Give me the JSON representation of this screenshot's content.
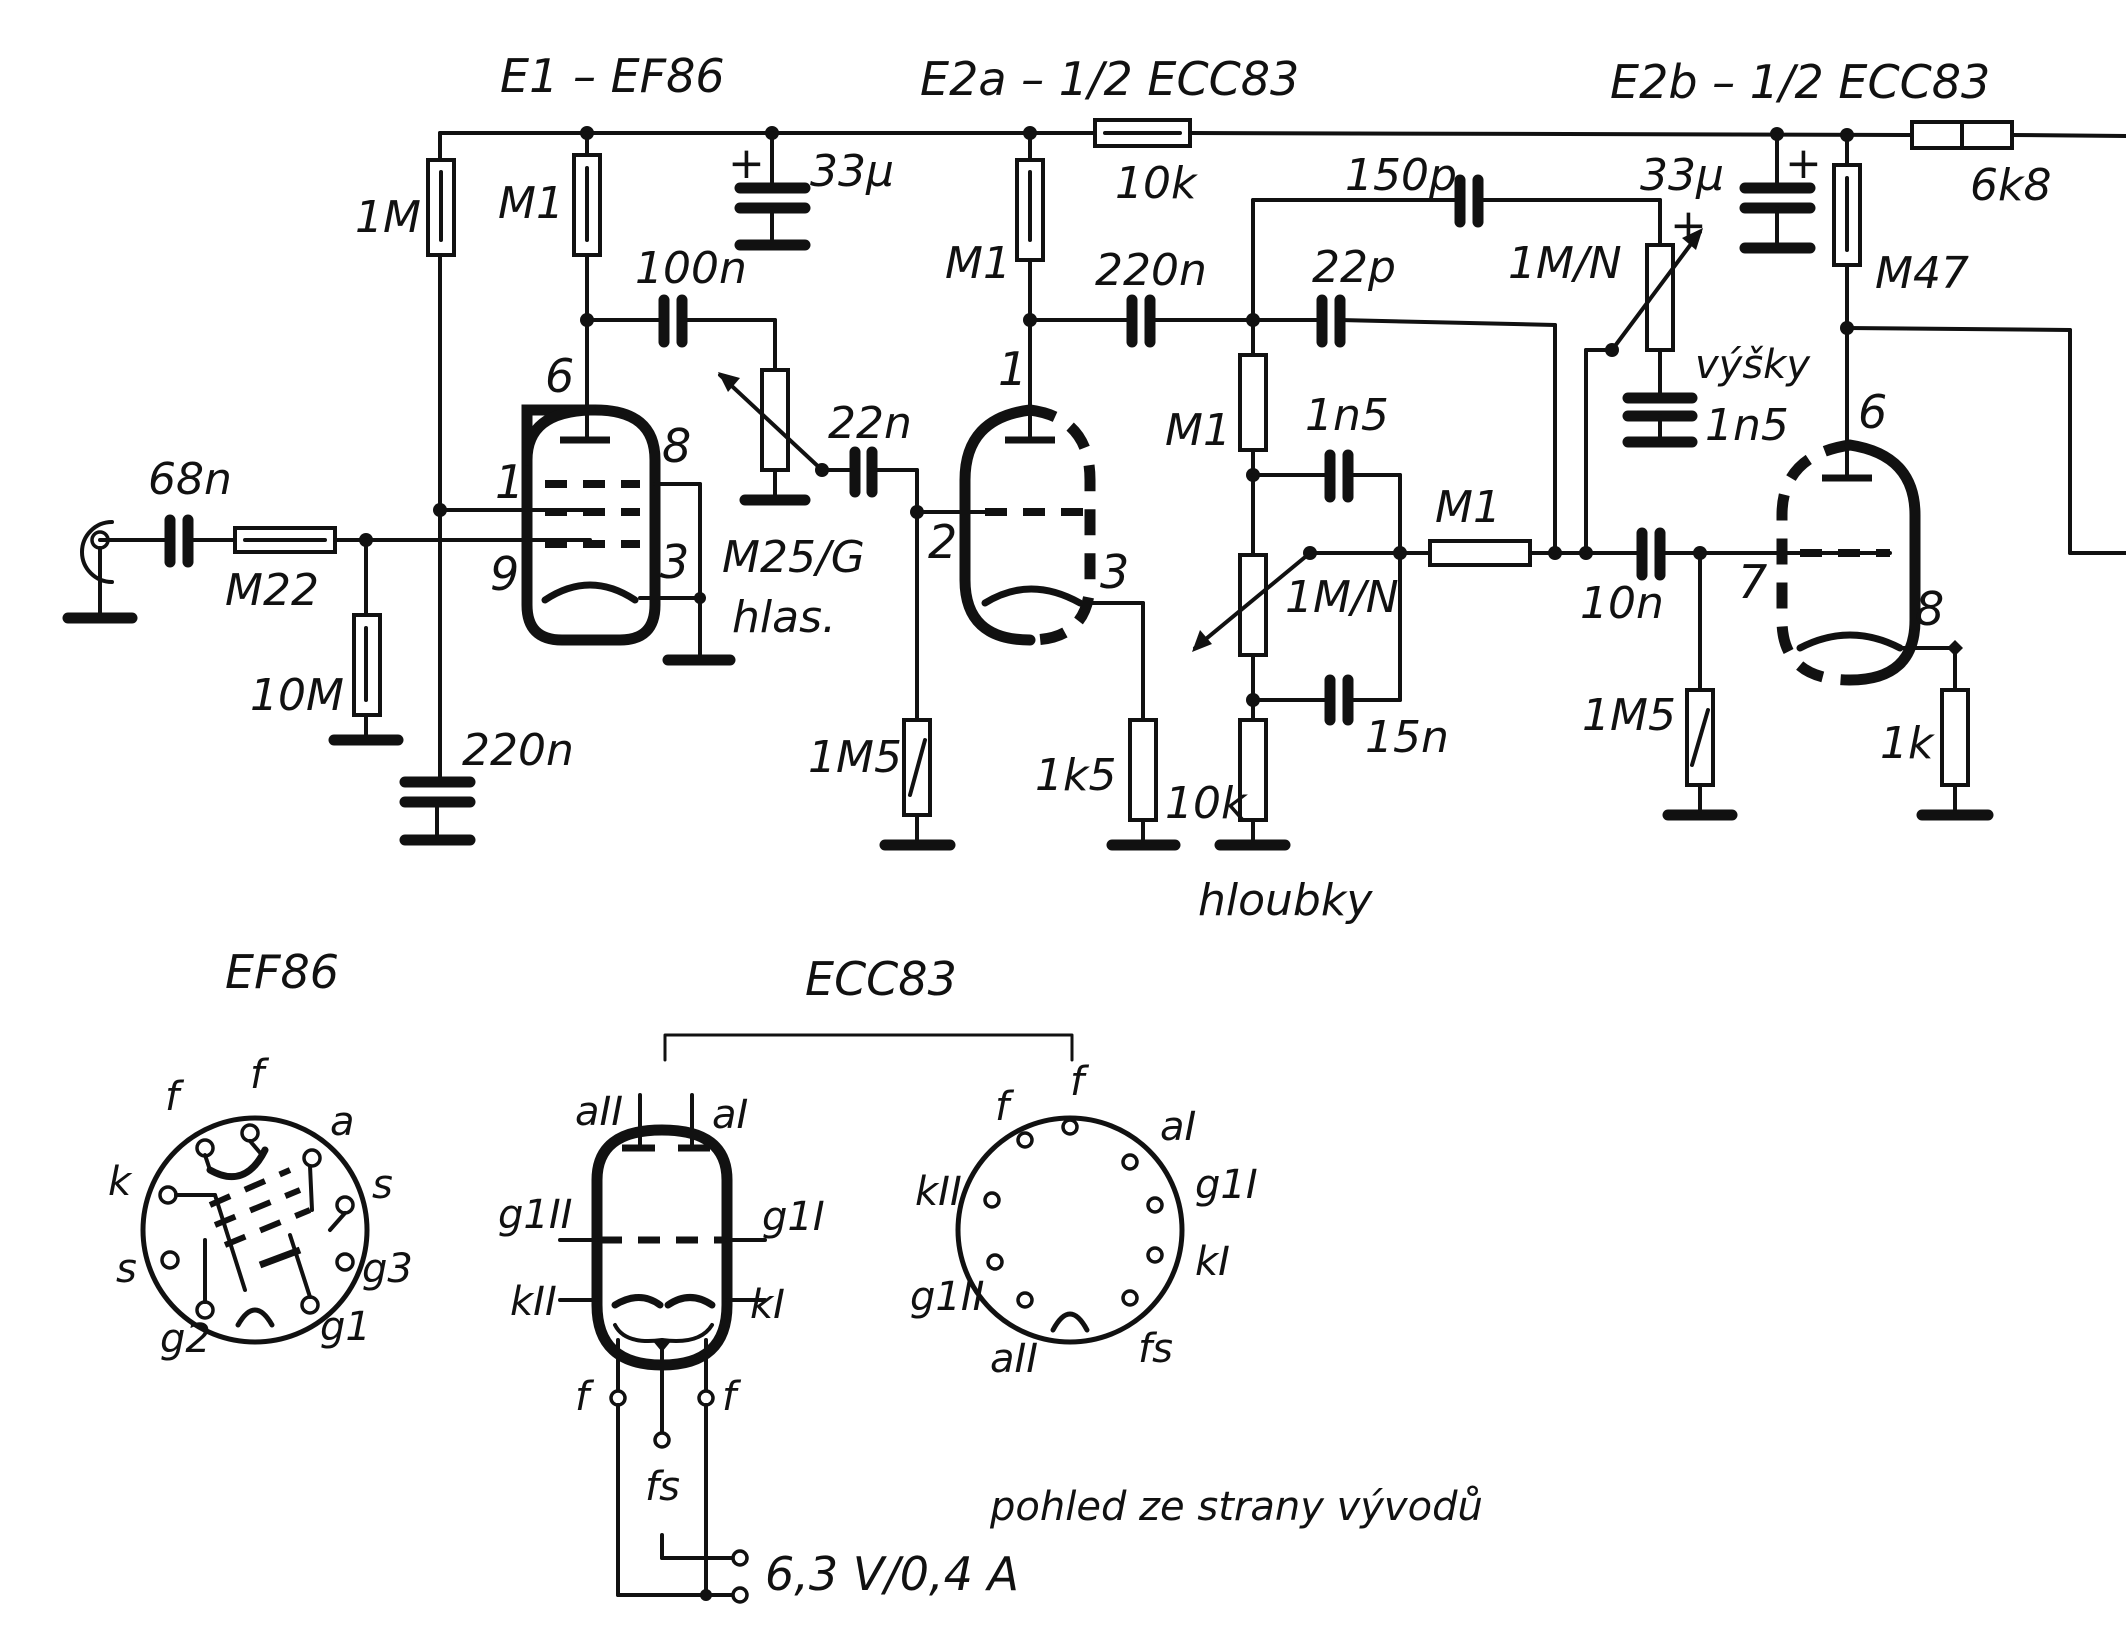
{
  "tube_titles": {
    "e1": "E1 – EF86",
    "e2a": "E2a – 1/2 ECC83",
    "e2b": "E2b – 1/2 ECC83"
  },
  "components": {
    "c_in": "68n",
    "r_in": "M22",
    "r_grid1": "10M",
    "r_screen": "1M",
    "c_screen": "220n",
    "r_plate1": "M1",
    "c_supply1": "33µ",
    "c_couple1": "100n",
    "pot_volume": "M25/G",
    "pot_volume_name": "hlas.",
    "c_couple2": "22n",
    "r_grid2": "1M5",
    "r_plate2": "M1",
    "r_decouple1": "10k",
    "c_couple3": "220n",
    "r_cath2": "1k5",
    "c_treble_top": "150p",
    "c_22p": "22p",
    "r_tone_top": "M1",
    "c_1n5_bass": "1n5",
    "pot_bass": "1M/N",
    "c_15n": "15n",
    "r_tone_bottom": "10k",
    "bass_name": "hloubky",
    "r_mix": "M1",
    "pot_treble": "1M/N",
    "treble_name": "výšky",
    "c_1n5_treble": "1n5",
    "c_supply2": "33µ",
    "c_couple4": "10n",
    "r_grid3": "1M5",
    "r_plate3": "M47",
    "r_decouple2": "6k8",
    "r_cath3": "1k",
    "plus": "+"
  },
  "pins": {
    "e1_anode": "6",
    "e1_g2": "8",
    "e1_g3": "1",
    "e1_g1": "9",
    "e1_k": "3",
    "e2a_a": "1",
    "e2a_g": "2",
    "e2a_k": "3",
    "e2b_a": "6",
    "e2b_g": "7",
    "e2b_k": "8"
  },
  "pinouts": {
    "ef86_title": "EF86",
    "ecc83_title": "ECC83",
    "ef86_labels": {
      "f1": "f",
      "f2": "f",
      "a": "a",
      "k": "k",
      "s1": "s",
      "s2": "s",
      "g3": "g3",
      "g2": "g2",
      "g1": "g1"
    },
    "ecc83_tube_labels": {
      "aII": "aII",
      "aI": "aI",
      "g1II": "g1II",
      "g1I": "g1I",
      "kII": "kII",
      "kI": "kI",
      "f_left": "f",
      "f_right": "f",
      "fs": "fs"
    },
    "ecc83_socket_labels": {
      "f1": "f",
      "f2": "f",
      "aI": "aI",
      "kII": "kII",
      "g1I": "g1I",
      "kI": "kI",
      "g1II": "g1II",
      "aII": "aII",
      "fs": "fs"
    },
    "view_note": "pohled ze strany vývodů",
    "heater_supply": "6,3 V/0,4 A"
  }
}
